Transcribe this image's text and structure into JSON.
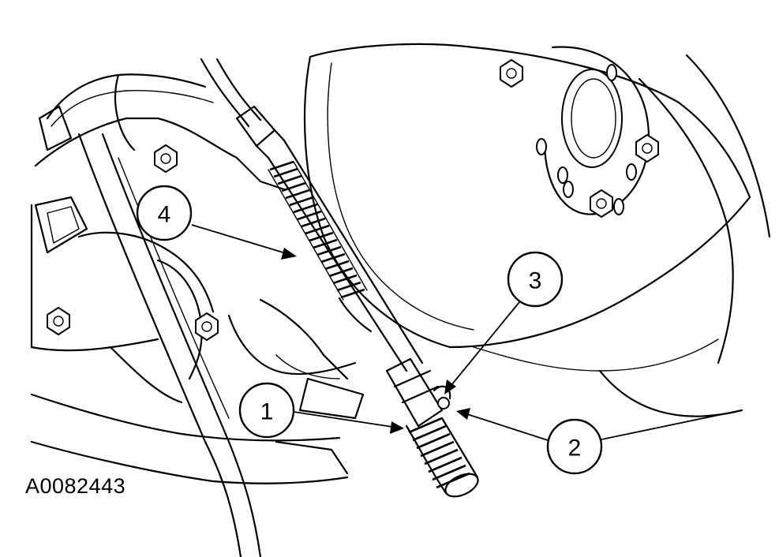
{
  "figure": {
    "id_label": "A0082443"
  },
  "callouts": [
    {
      "number": "1"
    },
    {
      "number": "2"
    },
    {
      "number": "3"
    },
    {
      "number": "4"
    }
  ]
}
